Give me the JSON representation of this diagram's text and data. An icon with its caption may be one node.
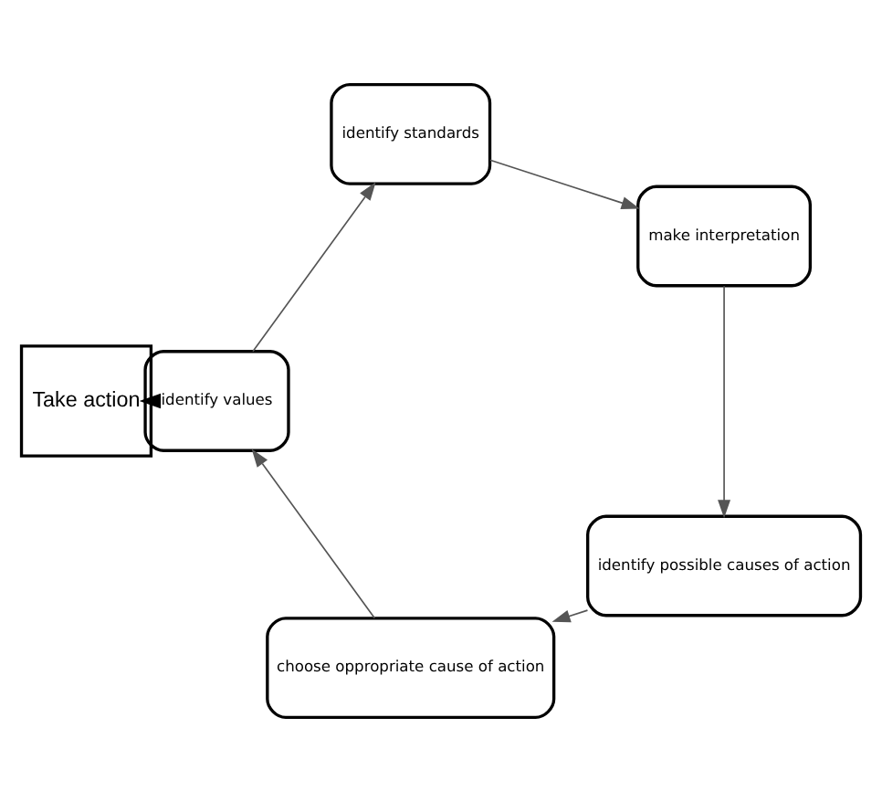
{
  "diagram": {
    "nodes": [
      {
        "text": [
          "Take action"
        ]
      },
      {
        "text": [
          "identify values"
        ]
      },
      {
        "text": [
          "identify standards"
        ]
      },
      {
        "text": [
          "make interpretation"
        ]
      },
      {
        "text": [
          "identify possible causes of action"
        ]
      },
      {
        "text": [
          "choose oppropriate cause of action"
        ]
      }
    ],
    "edges": [
      {
        "from": 1,
        "to": 0,
        "arrow": "to",
        "style": "thick"
      },
      {
        "from": 1,
        "to": 2,
        "arrow": "to"
      },
      {
        "from": 2,
        "to": 3,
        "arrow": "to"
      },
      {
        "from": 3,
        "to": 4,
        "arrow": "to"
      },
      {
        "from": 4,
        "to": 5,
        "arrow": "to"
      },
      {
        "from": 5,
        "to": 1,
        "arrow": "to"
      }
    ]
  }
}
